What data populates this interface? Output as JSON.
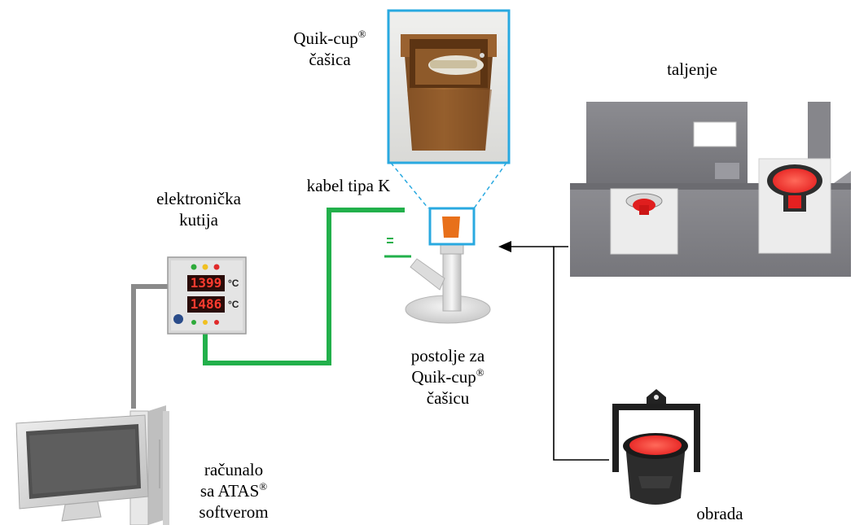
{
  "labels": {
    "quik_cup": {
      "line1": "Quik-cup",
      "reg": "®",
      "line2": "čašica"
    },
    "taljenje": "taljenje",
    "kabel": "kabel tipa K",
    "kutija": {
      "line1": "elektronička",
      "line2": "kutija"
    },
    "postolje": {
      "line1": "postolje za",
      "line2": "Quik-cup",
      "reg": "®",
      "line3": "čašicu"
    },
    "racunalo": {
      "line1": "računalo",
      "line2": "sa ATAS",
      "reg": "®",
      "line3": "softverom"
    },
    "obrada": "obrada"
  },
  "display": {
    "reading_top": "1399",
    "reading_bottom": "1486",
    "unit": "°C"
  },
  "colors": {
    "cable": "#22b04b",
    "frame": "#29a9e0",
    "arrow": "#000000",
    "data_cable": "#8a8a8a",
    "melt": "#ff3b3b",
    "cup": "#e8701a"
  }
}
